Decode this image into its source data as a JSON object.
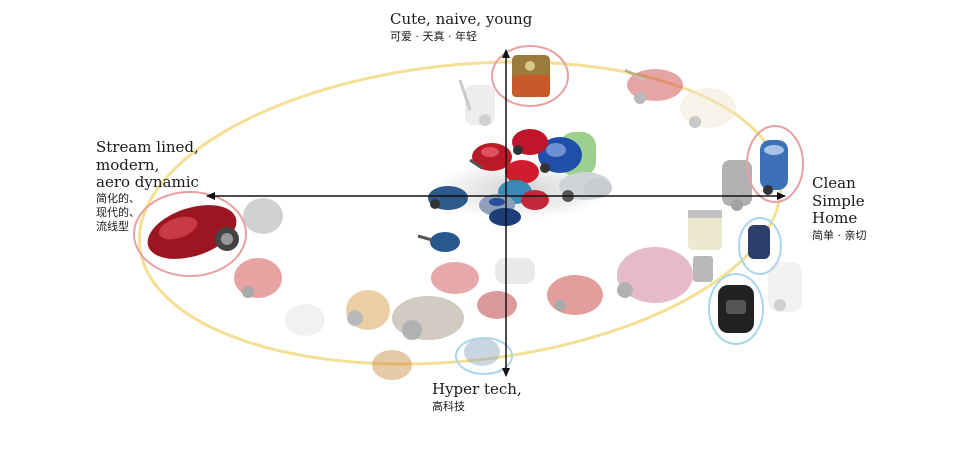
{
  "axes": {
    "top": {
      "en": "Cute, naive, young",
      "zh": "可爱 · 天真 · 年轻"
    },
    "left": {
      "en_lines": [
        "Stream lined,",
        "modern,",
        "aero dynamic"
      ],
      "zh_lines": [
        "简化的、",
        "现代的、",
        "流线型"
      ]
    },
    "right": {
      "en_lines": [
        "Clean",
        "Simple",
        "Home"
      ],
      "zh": "简单 · 亲切"
    },
    "bottom": {
      "en": "Hyper tech,",
      "zh": "高科技"
    }
  },
  "colors": {
    "axis": "#111111",
    "trajectory": "#f3dc8a",
    "highlight_red": "#e8a0a0",
    "highlight_blue": "#a9d6ea"
  },
  "icons": [
    "vacuum-cleaner-icon"
  ]
}
